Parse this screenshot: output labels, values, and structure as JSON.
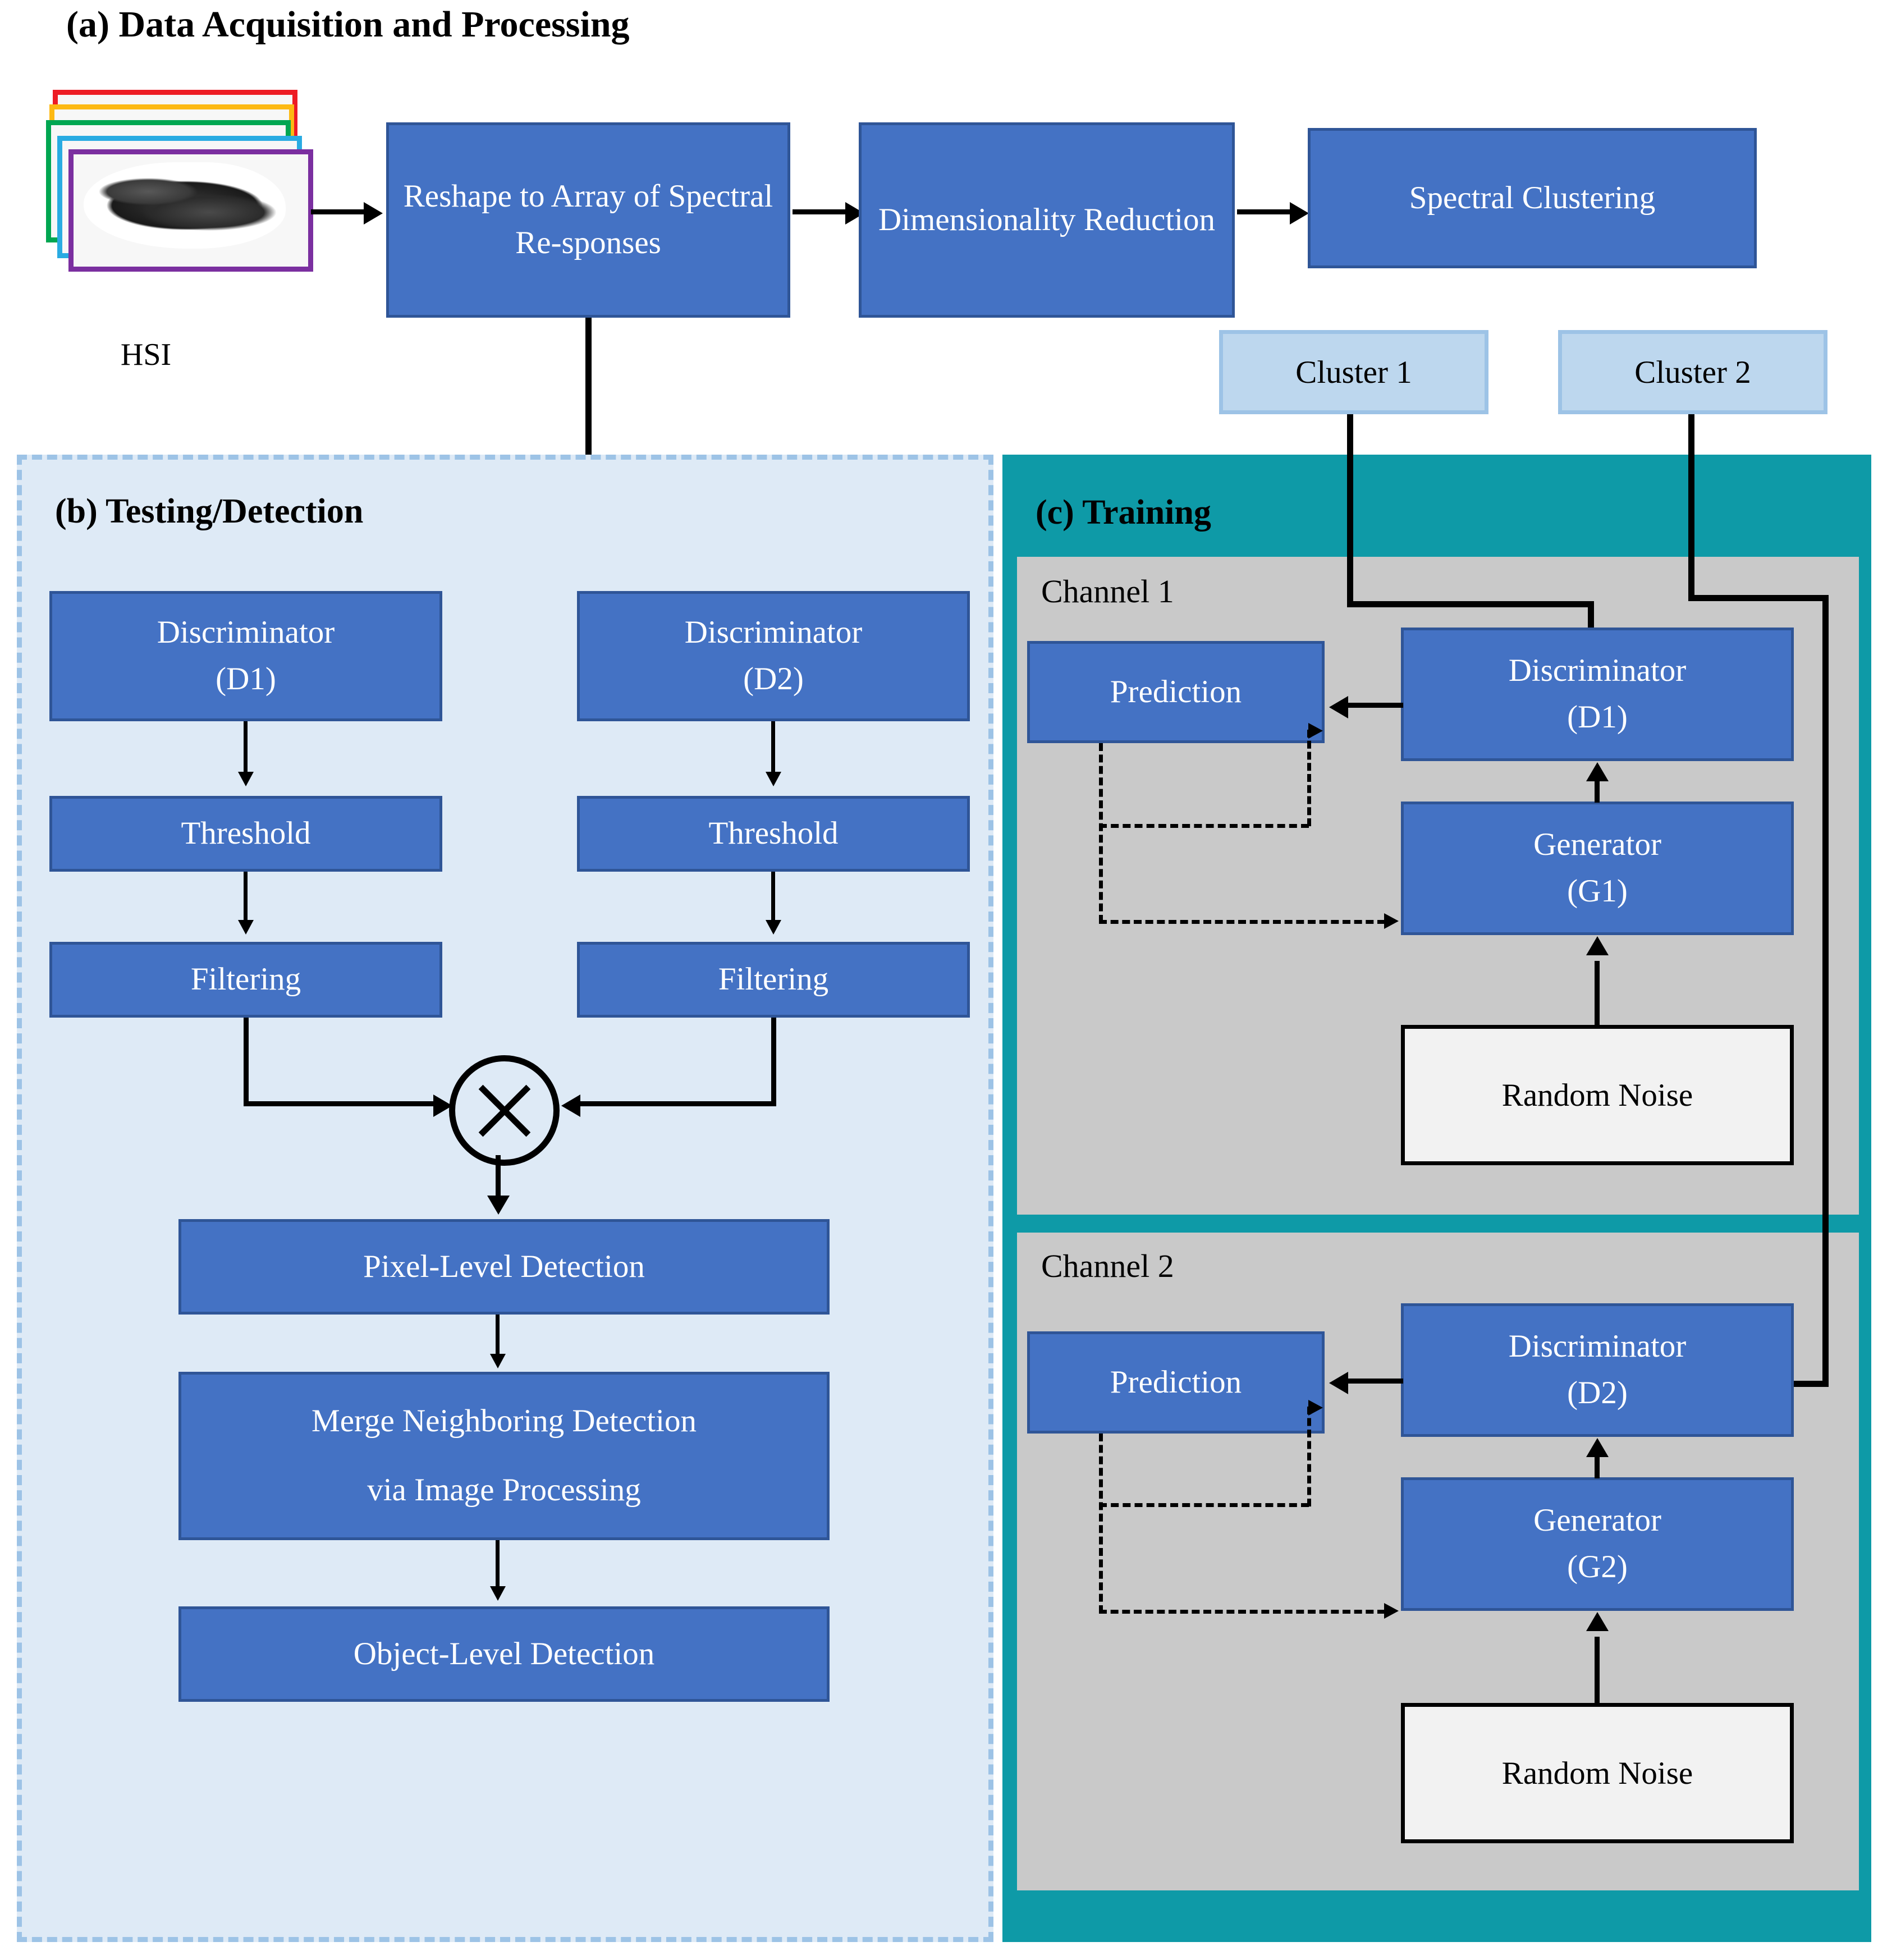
{
  "figure": {
    "sections": {
      "a": {
        "title": "(a) Data Acquisition and Processing"
      },
      "b": {
        "title": "(b) Testing/Detection"
      },
      "c": {
        "title": "(c) Training"
      }
    },
    "acquisition": {
      "hsi_label": "HSI",
      "stack_colors": [
        "#ED1C24",
        "#FDB913",
        "#00A651",
        "#29ABE2",
        "#7B2FA0"
      ],
      "boxes": [
        {
          "id": "reshape",
          "label": "Reshape to Array of Spectral Re-sponses"
        },
        {
          "id": "dimensionality-reduction",
          "label": "Dimensionality Reduction"
        },
        {
          "id": "spectral-clustering",
          "label": "Spectral Clustering"
        }
      ],
      "clusters": [
        {
          "id": "cluster-1",
          "label": "Cluster 1"
        },
        {
          "id": "cluster-2",
          "label": "Cluster 2"
        }
      ]
    },
    "testing": {
      "left_branch": [
        {
          "id": "discriminator-d1",
          "line1": "Discriminator",
          "line2": "(D1)"
        },
        {
          "id": "threshold-left",
          "label": "Threshold"
        },
        {
          "id": "filtering-left",
          "label": "Filtering"
        }
      ],
      "right_branch": [
        {
          "id": "discriminator-d2",
          "line1": "Discriminator",
          "line2": "(D2)"
        },
        {
          "id": "threshold-right",
          "label": "Threshold"
        },
        {
          "id": "filtering-right",
          "label": "Filtering"
        }
      ],
      "merge_operator": "multiply",
      "post": [
        {
          "id": "pixel-level-detection",
          "label": "Pixel-Level Detection"
        },
        {
          "id": "merge-neighboring-detection",
          "line1": "Merge Neighboring Detection",
          "line2": "via Image Processing"
        },
        {
          "id": "object-level-detection",
          "label": "Object-Level Detection"
        }
      ]
    },
    "training": {
      "channels": [
        {
          "id": "channel-1",
          "title": "Channel 1",
          "prediction": "Prediction",
          "discriminator_line1": "Discriminator",
          "discriminator_line2": "(D1)",
          "generator_line1": "Generator",
          "generator_line2": "(G1)",
          "noise": "Random Noise"
        },
        {
          "id": "channel-2",
          "title": "Channel 2",
          "prediction": "Prediction",
          "discriminator_line1": "Discriminator",
          "discriminator_line2": "(D2)",
          "generator_line1": "Generator",
          "generator_line2": "(G2)",
          "noise": "Random Noise"
        }
      ]
    },
    "colors": {
      "process_fill": "#4472C4",
      "process_border": "#2F5597",
      "cluster_fill": "#BDD7EE",
      "cluster_border": "#9DC3E6",
      "panel_b_fill": "#DEEAF6",
      "panel_b_border": "#9DC3E6",
      "panel_c_fill": "#0E9AA7",
      "panel_c_inner_fill": "#C9C9C9",
      "noise_fill": "#F2F2F2",
      "connector": "#000000"
    }
  }
}
